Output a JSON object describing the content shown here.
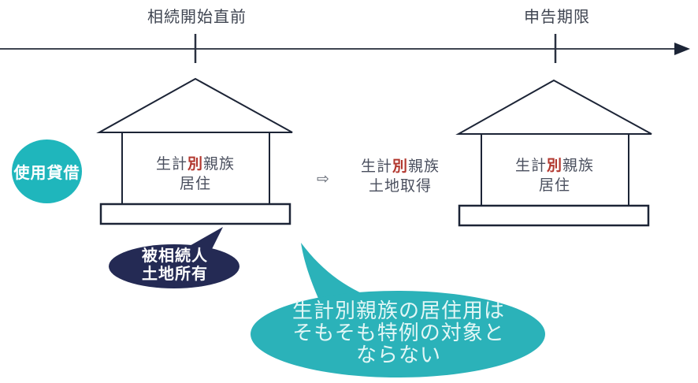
{
  "colors": {
    "teal": "#1fb6bc",
    "teal_bubble": "#2bb2b9",
    "navy": "#242a54",
    "ink": "#3f4551",
    "stroke": "#1c2436",
    "red": "#b2382f",
    "bubble_text": "#e3f7f6",
    "arrow_gray": "#5a606c"
  },
  "timeline": {
    "start_label": "相続開始直前",
    "end_label": "申告期限"
  },
  "lease_badge": {
    "label": "使用貸借"
  },
  "house_before": {
    "line1_pre": "生計",
    "line1_emphasis": "別",
    "line1_post": "親族",
    "line2": "居住"
  },
  "transfer": {
    "arrow_glyph": "⇨",
    "line1_pre": "生計",
    "line1_emphasis": "別",
    "line1_post": "親族",
    "line2": "土地取得"
  },
  "house_after": {
    "line1_pre": "生計",
    "line1_emphasis": "別",
    "line1_post": "親族",
    "line2": "居住"
  },
  "owner_bubble": {
    "line1": "被相続人",
    "line2": "土地所有"
  },
  "note_bubble": {
    "line1": "生計別親族の居住用は",
    "line2": "そもそも特例の対象と",
    "line3": "ならない"
  }
}
